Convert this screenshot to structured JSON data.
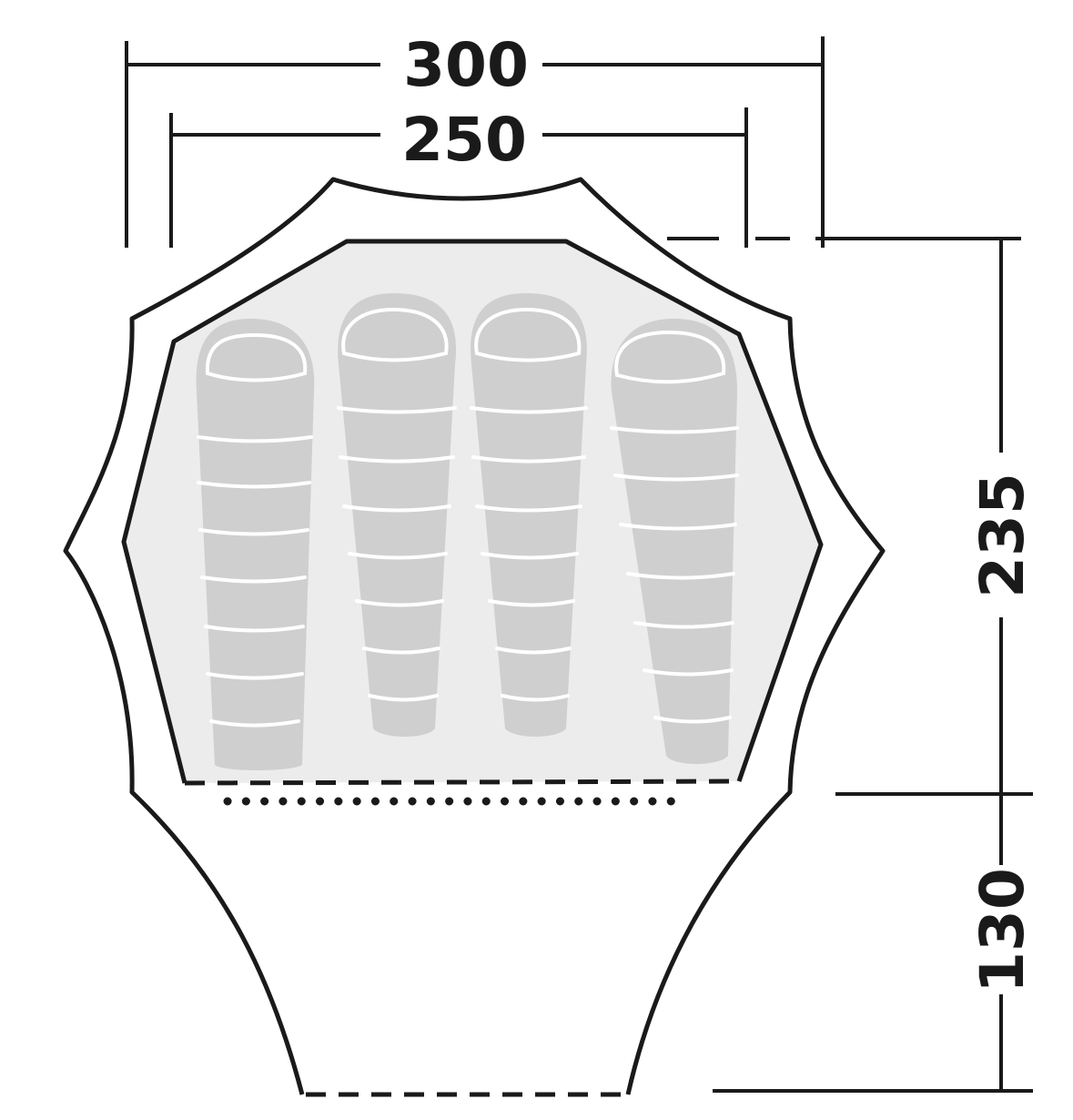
{
  "dimensions": {
    "outer_width": "300",
    "inner_width": "250",
    "inner_depth": "235",
    "porch_depth": "130"
  },
  "sleeping_bags": {
    "count": 4
  },
  "colors": {
    "line": "#1a1a1a",
    "floor_fill": "#ececec",
    "sleeping_bag_fill": "#cfcfcf",
    "sleeping_bag_seam": "#ffffff",
    "background": "#ffffff"
  }
}
